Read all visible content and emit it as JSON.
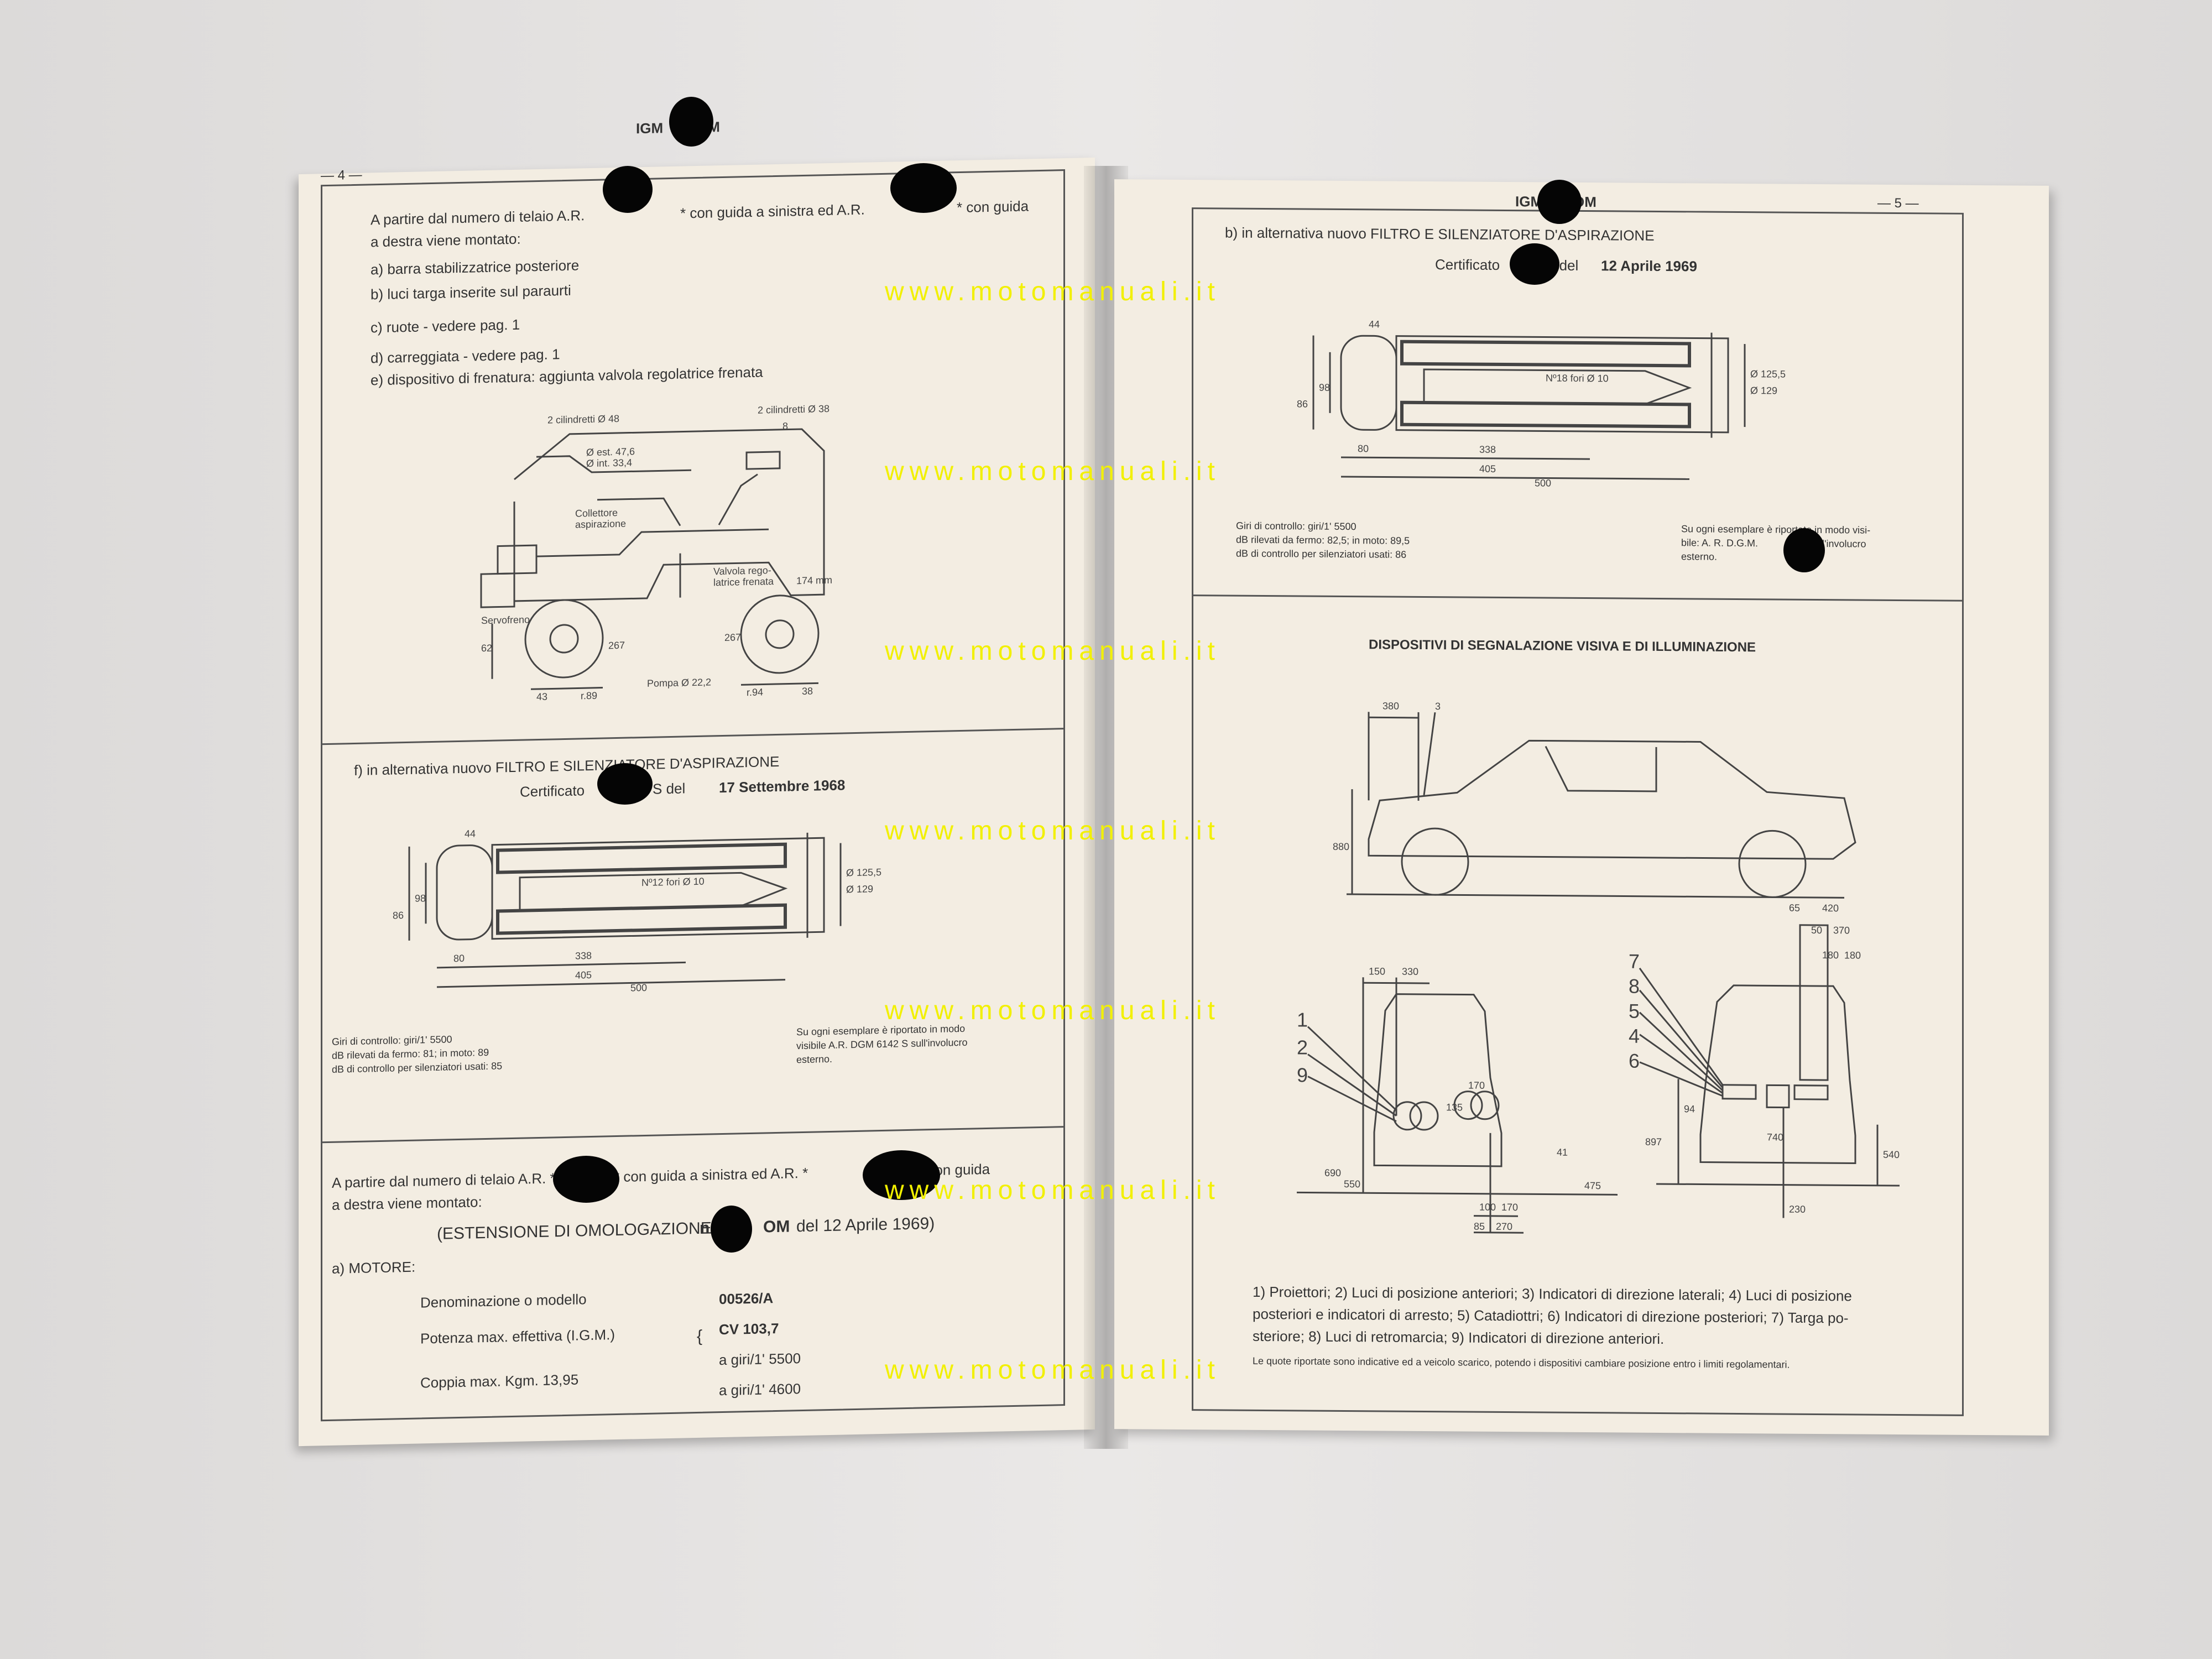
{
  "left_page": {
    "header": "IGM",
    "header_suffix": "OM",
    "page_number": "— 4 —",
    "intro_line1": "A partire dal numero di telaio A.R.",
    "intro_mid1": "* con guida a sinistra ed A.R.",
    "intro_mid2": "* con guida",
    "intro_line2": "a destra viene montato:",
    "items": [
      "a) barra stabilizzatrice posteriore",
      "b) luci targa inserite sul paraurti",
      "c) ruote - vedere pag. 1",
      "d) carreggiata - vedere pag. 1",
      "e) dispositivo di frenatura: aggiunta valvola regolatrice frenata"
    ],
    "brake_labels": {
      "cyl1": "2 cilindretti Ø 48",
      "cyl2": "2 cilindretti Ø 38",
      "dest": "Ø est. 47,6",
      "dint": "Ø int. 33,4",
      "collettore": "Collettore",
      "aspirazione": "aspirazione",
      "servofreno": "Servofreno",
      "valvola1": "Valvola rego-",
      "valvola2": "latrice frenata",
      "pompa": "Pompa Ø 22,2",
      "n174": "174 mm",
      "n8": "8",
      "n62": "62",
      "n267a": "267",
      "n267b": "267",
      "n43": "43",
      "n89": "r.89",
      "n94": "r.94",
      "n38": "38"
    },
    "filter": {
      "title": "f) in alternativa nuovo FILTRO E SILENZIATORE D'ASPIRAZIONE",
      "cert_prefix": "Certificato",
      "cert_mid": "S del",
      "cert_date": "17 Settembre 1968",
      "dims": {
        "d44": "44",
        "d98": "98",
        "d86": "86",
        "d80": "80",
        "d338": "338",
        "d405": "405",
        "d500": "500",
        "holes": "Nº12 fori Ø 10",
        "d125": "Ø 125,5",
        "d129": "Ø 129"
      },
      "notes_left": [
        "Giri di controllo: giri/1' 5500",
        "dB rilevati da fermo: 81; in moto: 89",
        "dB di controllo per silenziatori usati: 85"
      ],
      "notes_right": [
        "Su ogni esemplare è riportato in modo",
        "visibile A.R. DGM 6142 S sull'involucro",
        "esterno."
      ]
    },
    "ext": {
      "line1": "A partire dal numero di telaio A.R. *",
      "mid1": "* con guida a sinistra ed A.R. *",
      "mid2": "* con guida",
      "line2": "a destra viene montato:",
      "omologa_prefix": "(ESTENSIONE DI OMOLOGAZIONE",
      "omologa_n": "n.",
      "omologa_suffix": "OM",
      "omologa_date": "del 12 Aprile 1969)",
      "motore": "a) MOTORE:",
      "rows": [
        {
          "label": "Denominazione o modello",
          "value": "00526/A"
        },
        {
          "label": "Potenza max. effettiva (I.G.M.)",
          "value": "CV 103,7"
        },
        {
          "label": "",
          "value": "a giri/1' 5500"
        },
        {
          "label": "Coppia max. Kgm. 13,95",
          "value": "a giri/1' 4600"
        }
      ]
    }
  },
  "right_page": {
    "header": "IGM",
    "header_suffix": "OM",
    "page_number": "— 5 —",
    "filter_title": "b) in alternativa nuovo FILTRO E SILENZIATORE D'ASPIRAZIONE",
    "cert_prefix": "Certificato",
    "cert_mid": "S del",
    "cert_date": "12 Aprile 1969",
    "dims": {
      "d44": "44",
      "d98": "98",
      "d86": "86",
      "d80": "80",
      "d338": "338",
      "d405": "405",
      "d500": "500",
      "holes": "Nº18 fori Ø 10",
      "d125": "Ø 125,5",
      "d129": "Ø 129"
    },
    "notes_left": [
      "Giri di controllo: giri/1' 5500",
      "dB rilevati da fermo: 82,5; in moto: 89,5",
      "dB di controllo per silenziatori usati: 86"
    ],
    "notes_right": [
      "Su ogni esemplare è riportato in modo visi-",
      "bile: A. R. D.G.M.",
      "S sull'involucro",
      "esterno."
    ],
    "lights_title": "DISPOSITIVI DI SEGNALAZIONE VISIVA E DI ILLUMINAZIONE",
    "side_dims": {
      "d380": "380",
      "d3": "3",
      "d880": "880"
    },
    "front_dims": {
      "d150": "150",
      "d330": "330",
      "n1": "1",
      "n2": "2",
      "n9": "9",
      "d690": "690",
      "d550": "550",
      "d135": "135",
      "d170": "170",
      "d41": "41",
      "d475": "475",
      "d100": "100",
      "d170b": "170",
      "d85": "85",
      "d270": "270"
    },
    "rear_dims": {
      "d65": "65",
      "d420": "420",
      "d50": "50",
      "d370": "370",
      "d180": "180",
      "d180b": "180",
      "n7": "7",
      "n8": "8",
      "n5": "5",
      "n4": "4",
      "n6": "6",
      "d897": "897",
      "d94": "94",
      "d740": "740",
      "d540": "540",
      "d230": "230"
    },
    "legend_lines": [
      "1) Proiettori; 2) Luci di posizione anteriori; 3) Indicatori di direzione laterali; 4) Luci di posizione",
      "posteriori e indicatori di arresto; 5) Catadiottri; 6) Indicatori di direzione posteriori; 7) Targa po-",
      "steriore; 8) Luci di retromarcia; 9) Indicatori di direzione anteriori."
    ],
    "footnote": "Le quote riportate sono indicative ed a veicolo scarico, potendo i dispositivi cambiare posizione entro i limiti regolamentari."
  },
  "watermark": "www.motomanuali.it"
}
